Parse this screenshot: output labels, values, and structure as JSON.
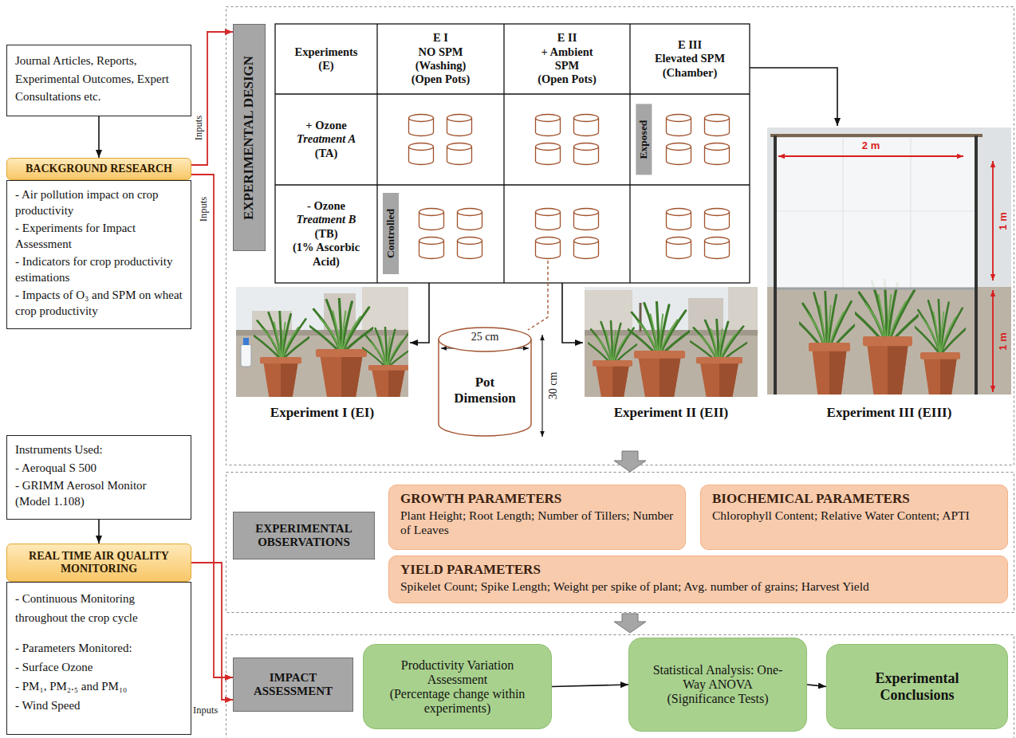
{
  "diagram": {
    "nodes": [
      {
        "text": [
          "Journal Articles, Reports, Experimental Outcomes, Expert Consultations etc."
        ]
      },
      {
        "text": [
          "BACKGROUND RESEARCH"
        ]
      },
      {
        "text": [
          "- Air pollution impact on crop productivity",
          "- Experiments for Impact Assessment",
          "- Indicators for crop productivity estimations",
          "- Impacts of O₃ and SPM on wheat crop productivity"
        ]
      },
      {
        "text": [
          "Instruments Used:",
          "- Aeroqual S 500",
          "- GRIMM Aerosol Monitor (Model 1.108)"
        ]
      },
      {
        "text": [
          "REAL TIME AIR QUALITY MONITORING"
        ]
      },
      {
        "text": [
          "- Continuous Monitoring throughout the crop cycle",
          "- Parameters Monitored:",
          "- Surface Ozone",
          "- PM₁, PM₂.₅ and PM₁₀",
          "- Wind Speed"
        ]
      },
      {
        "text": [
          "EXPERIMENTAL DESIGN"
        ]
      },
      {
        "text": [
          "Pot Dimension"
        ]
      },
      {
        "text": [
          "EXPERIMENTAL OBSERVATIONS"
        ]
      },
      {
        "text": [
          "GROWTH PARAMETERS",
          "Plant Height; Root Length; Number of Tillers; Number of Leaves"
        ]
      },
      {
        "text": [
          "BIOCHEMICAL PARAMETERS",
          "Chlorophyll Content; Relative Water Content; APTI"
        ]
      },
      {
        "text": [
          "YIELD PARAMETERS",
          "Spikelet Count; Spike Length; Weight per spike of plant; Avg. number of grains; Harvest Yield"
        ]
      },
      {
        "text": [
          "IMPACT ASSESSMENT"
        ]
      },
      {
        "text": [
          "Productivity Variation Assessment",
          "(Percentage change within experiments)"
        ]
      },
      {
        "text": [
          "Statistical Analysis: One-Way ANOVA",
          "(Significance Tests)"
        ]
      },
      {
        "text": [
          "Experimental Conclusions"
        ]
      }
    ],
    "edges": [
      {
        "from": 0,
        "to": 1,
        "arrow": "to"
      },
      {
        "from": 3,
        "to": 4,
        "arrow": "to"
      },
      {
        "from": 1,
        "to": 6,
        "label": "Inputs",
        "arrow": "to"
      },
      {
        "from": 1,
        "to": 12,
        "label": "Inputs",
        "arrow": "to"
      },
      {
        "from": 4,
        "to": 12,
        "label": "Inputs",
        "arrow": "to"
      },
      {
        "from": 13,
        "to": 14,
        "arrow": "to"
      },
      {
        "from": 14,
        "to": 15,
        "arrow": "to"
      }
    ],
    "labels": [
      "Experiments",
      "(E)",
      "E I",
      "NO SPM",
      "(Washing)",
      "(Open Pots)",
      "E II",
      "+ Ambient",
      "SPM",
      "(Open Pots)",
      "E III",
      "Elevated SPM",
      "(Chamber)",
      "+ Ozone",
      "Treatment A",
      "(TA)",
      "- Ozone",
      "Treatment B",
      "(TB)",
      "(1% Ascorbic Acid)",
      "Exposed",
      "Controlled",
      "Experiment I (EI)",
      "Experiment II (EII)",
      "Experiment III (EIII)",
      "25 cm",
      "30 cm",
      "2 m",
      "1 m",
      "1 m"
    ]
  }
}
